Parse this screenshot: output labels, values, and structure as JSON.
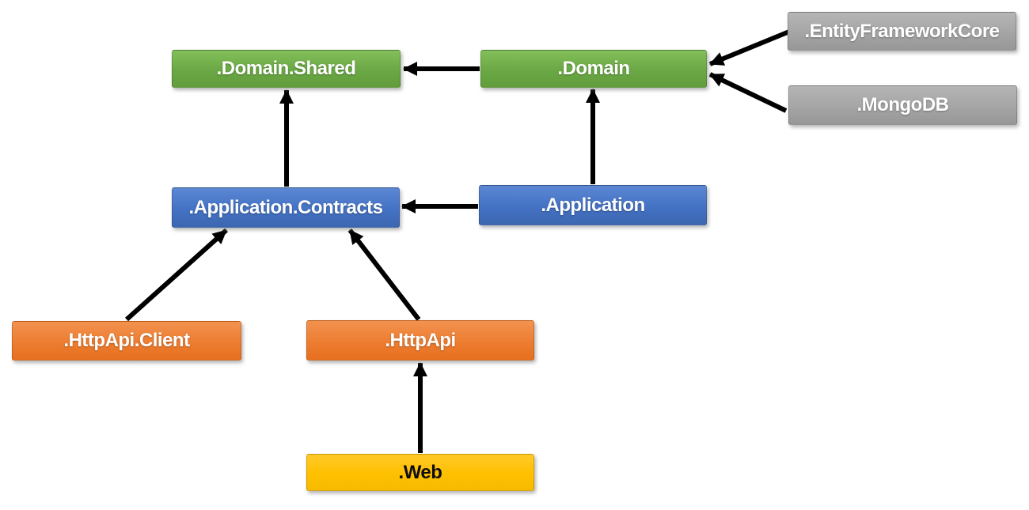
{
  "diagram": {
    "type": "dependency-diagram",
    "nodes": [
      {
        "id": "domain-shared",
        "label": ".Domain.Shared",
        "color": "green"
      },
      {
        "id": "domain",
        "label": ".Domain",
        "color": "green"
      },
      {
        "id": "entity-framework-core",
        "label": ".EntityFrameworkCore",
        "color": "gray"
      },
      {
        "id": "mongodb",
        "label": ".MongoDB",
        "color": "gray"
      },
      {
        "id": "application-contracts",
        "label": ".Application.Contracts",
        "color": "blue"
      },
      {
        "id": "application",
        "label": ".Application",
        "color": "blue"
      },
      {
        "id": "httpapi-client",
        "label": ".HttpApi.Client",
        "color": "orange"
      },
      {
        "id": "httpapi",
        "label": ".HttpApi",
        "color": "orange"
      },
      {
        "id": "web",
        "label": ".Web",
        "color": "yellow"
      }
    ],
    "edges": [
      {
        "from": "domain",
        "to": "domain-shared"
      },
      {
        "from": "entity-framework-core",
        "to": "domain"
      },
      {
        "from": "mongodb",
        "to": "domain"
      },
      {
        "from": "application-contracts",
        "to": "domain-shared"
      },
      {
        "from": "application",
        "to": "domain"
      },
      {
        "from": "application",
        "to": "application-contracts"
      },
      {
        "from": "httpapi-client",
        "to": "application-contracts"
      },
      {
        "from": "httpapi",
        "to": "application-contracts"
      },
      {
        "from": "web",
        "to": "httpapi"
      }
    ],
    "colors": {
      "green": "#70AD47",
      "blue": "#4472C4",
      "orange": "#ED7D31",
      "gray": "#A5A5A5",
      "yellow": "#FFC000",
      "arrow": "#000000",
      "background": "#FFFFFF"
    }
  }
}
